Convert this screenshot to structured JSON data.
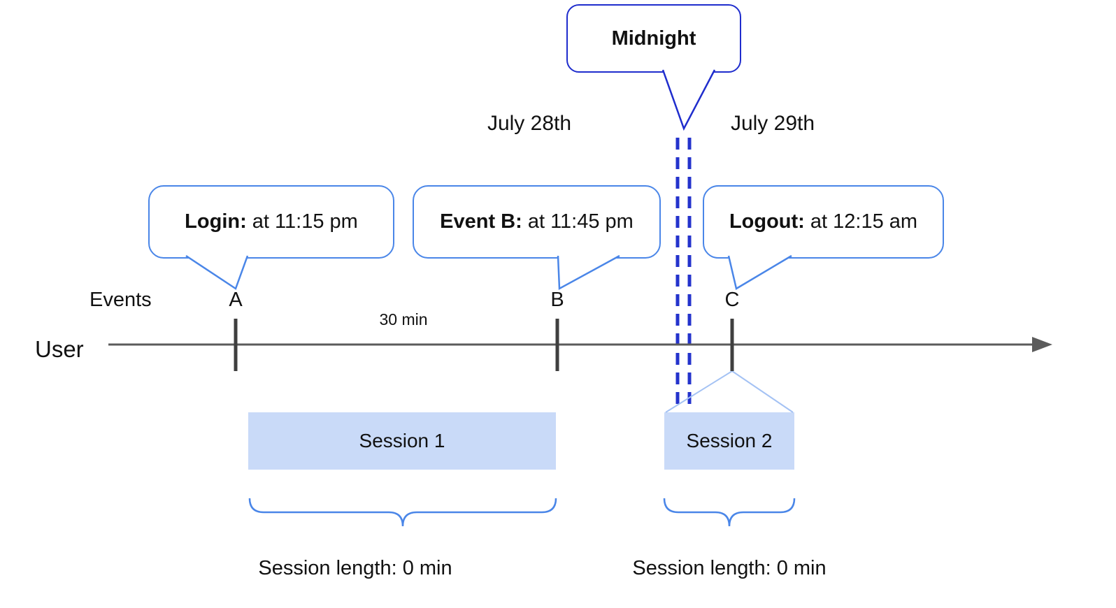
{
  "timeline": {
    "user_label": "User",
    "events_label": "Events",
    "interval_label": "30 min",
    "dates": {
      "left": "July 28th",
      "right": "July 29th"
    },
    "midnight": {
      "label": "Midnight"
    },
    "events": [
      {
        "letter": "A",
        "callout_title": "Login:",
        "callout_detail": " at 11:15 pm"
      },
      {
        "letter": "B",
        "callout_title": "Event B:",
        "callout_detail": " at 11:45 pm"
      },
      {
        "letter": "C",
        "callout_title": "Logout:",
        "callout_detail": " at 12:15 am"
      }
    ],
    "sessions": [
      {
        "label": "Session 1",
        "length": "Session length: 0 min"
      },
      {
        "label": "Session 2",
        "length": "Session length: 0 min"
      }
    ],
    "colors": {
      "callout_border": "#4a86e8",
      "midnight_callout_border": "#1f2dcd",
      "midnight_dashes": "#2433cc",
      "session_fill": "#c9daf8",
      "axis": "#5b5b5b",
      "tick": "#3f3f3f",
      "brace": "#4a86e8",
      "funnel": "#a4c2f4"
    }
  }
}
